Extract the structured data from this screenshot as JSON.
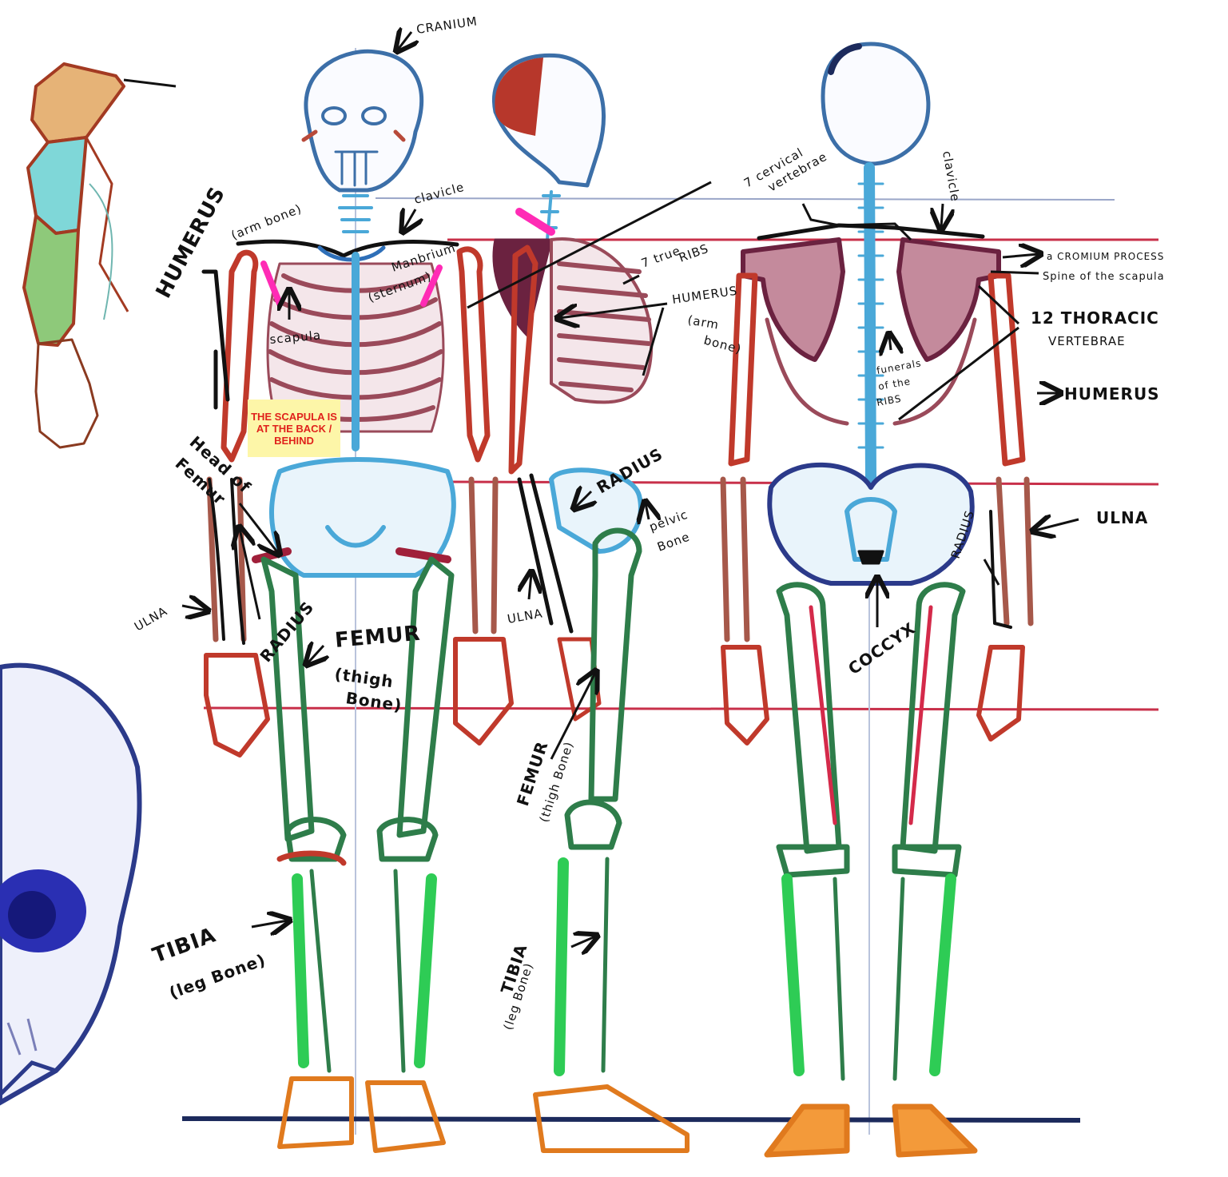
{
  "colors": {
    "guide_red": "#c8304a",
    "guide_blue": "#9aa6c8",
    "ground": "#1c2a5c",
    "arm_bone": "#c0392b",
    "leg_bone": "#2e7d4a",
    "tibia": "#2ecc55",
    "foot": "#e07a1e",
    "skull_outline": "#3c6fa8",
    "spine": "#4aa8d8",
    "ribs": "#9a4a5a",
    "scapula": "#6b2240",
    "highlight_pink": "#ff2bb5",
    "note_bg": "#fdf6a8",
    "note_text": "#e0221c"
  },
  "labels": {
    "cranium": "CRANIUM",
    "humerus_front": "HUMERUS",
    "humerus_front_sub": "(arm bone)",
    "clavicle": "clavicle",
    "manubrium": "Manbrium",
    "manubrium_sub": "(sternum)",
    "scapula": "scapula",
    "head_of_femur": "Head of",
    "head_of_femur_2": "Femur",
    "ulna_front": "ULNA",
    "radius_front": "RADIUS",
    "femur_front": "FEMUR",
    "femur_front_sub1": "(thigh",
    "femur_front_sub2": "Bone)",
    "tibia_front": "TIBIA",
    "tibia_front_sub": "(leg Bone)",
    "true_ribs": "7 true",
    "true_ribs_2": "RIBS",
    "humerus_side": "HUMERUS",
    "humerus_side_sub1": "(arm",
    "humerus_side_sub2": "bone)",
    "radius_side": "RADIUS",
    "pelvic_bone": "pelvic",
    "pelvic_bone_2": "Bone",
    "ulna_side": "ULNA",
    "femur_side": "FEMUR",
    "femur_side_sub": "(thigh Bone)",
    "tibia_side": "TIBIA",
    "tibia_side_sub": "(leg Bone)",
    "cervical": "7 cervical",
    "cervical_2": "vertebrae",
    "clavicle_back": "clavicle",
    "acromium": "a CROMIUM PROCESS",
    "spine_scapula": "Spine of the scapula",
    "thoracic": "12 THORACIC",
    "thoracic_2": "VERTEBRAE",
    "humerus_back": "HUMERUS",
    "funerals": "funerals",
    "funerals_2": "of the",
    "funerals_3": "RIBS",
    "radius_back": "RADIUS",
    "ulna_back": "ULNA",
    "coccyx": "COCCYX"
  },
  "note": "THE SCAPULA IS AT THE BACK / BEHIND"
}
